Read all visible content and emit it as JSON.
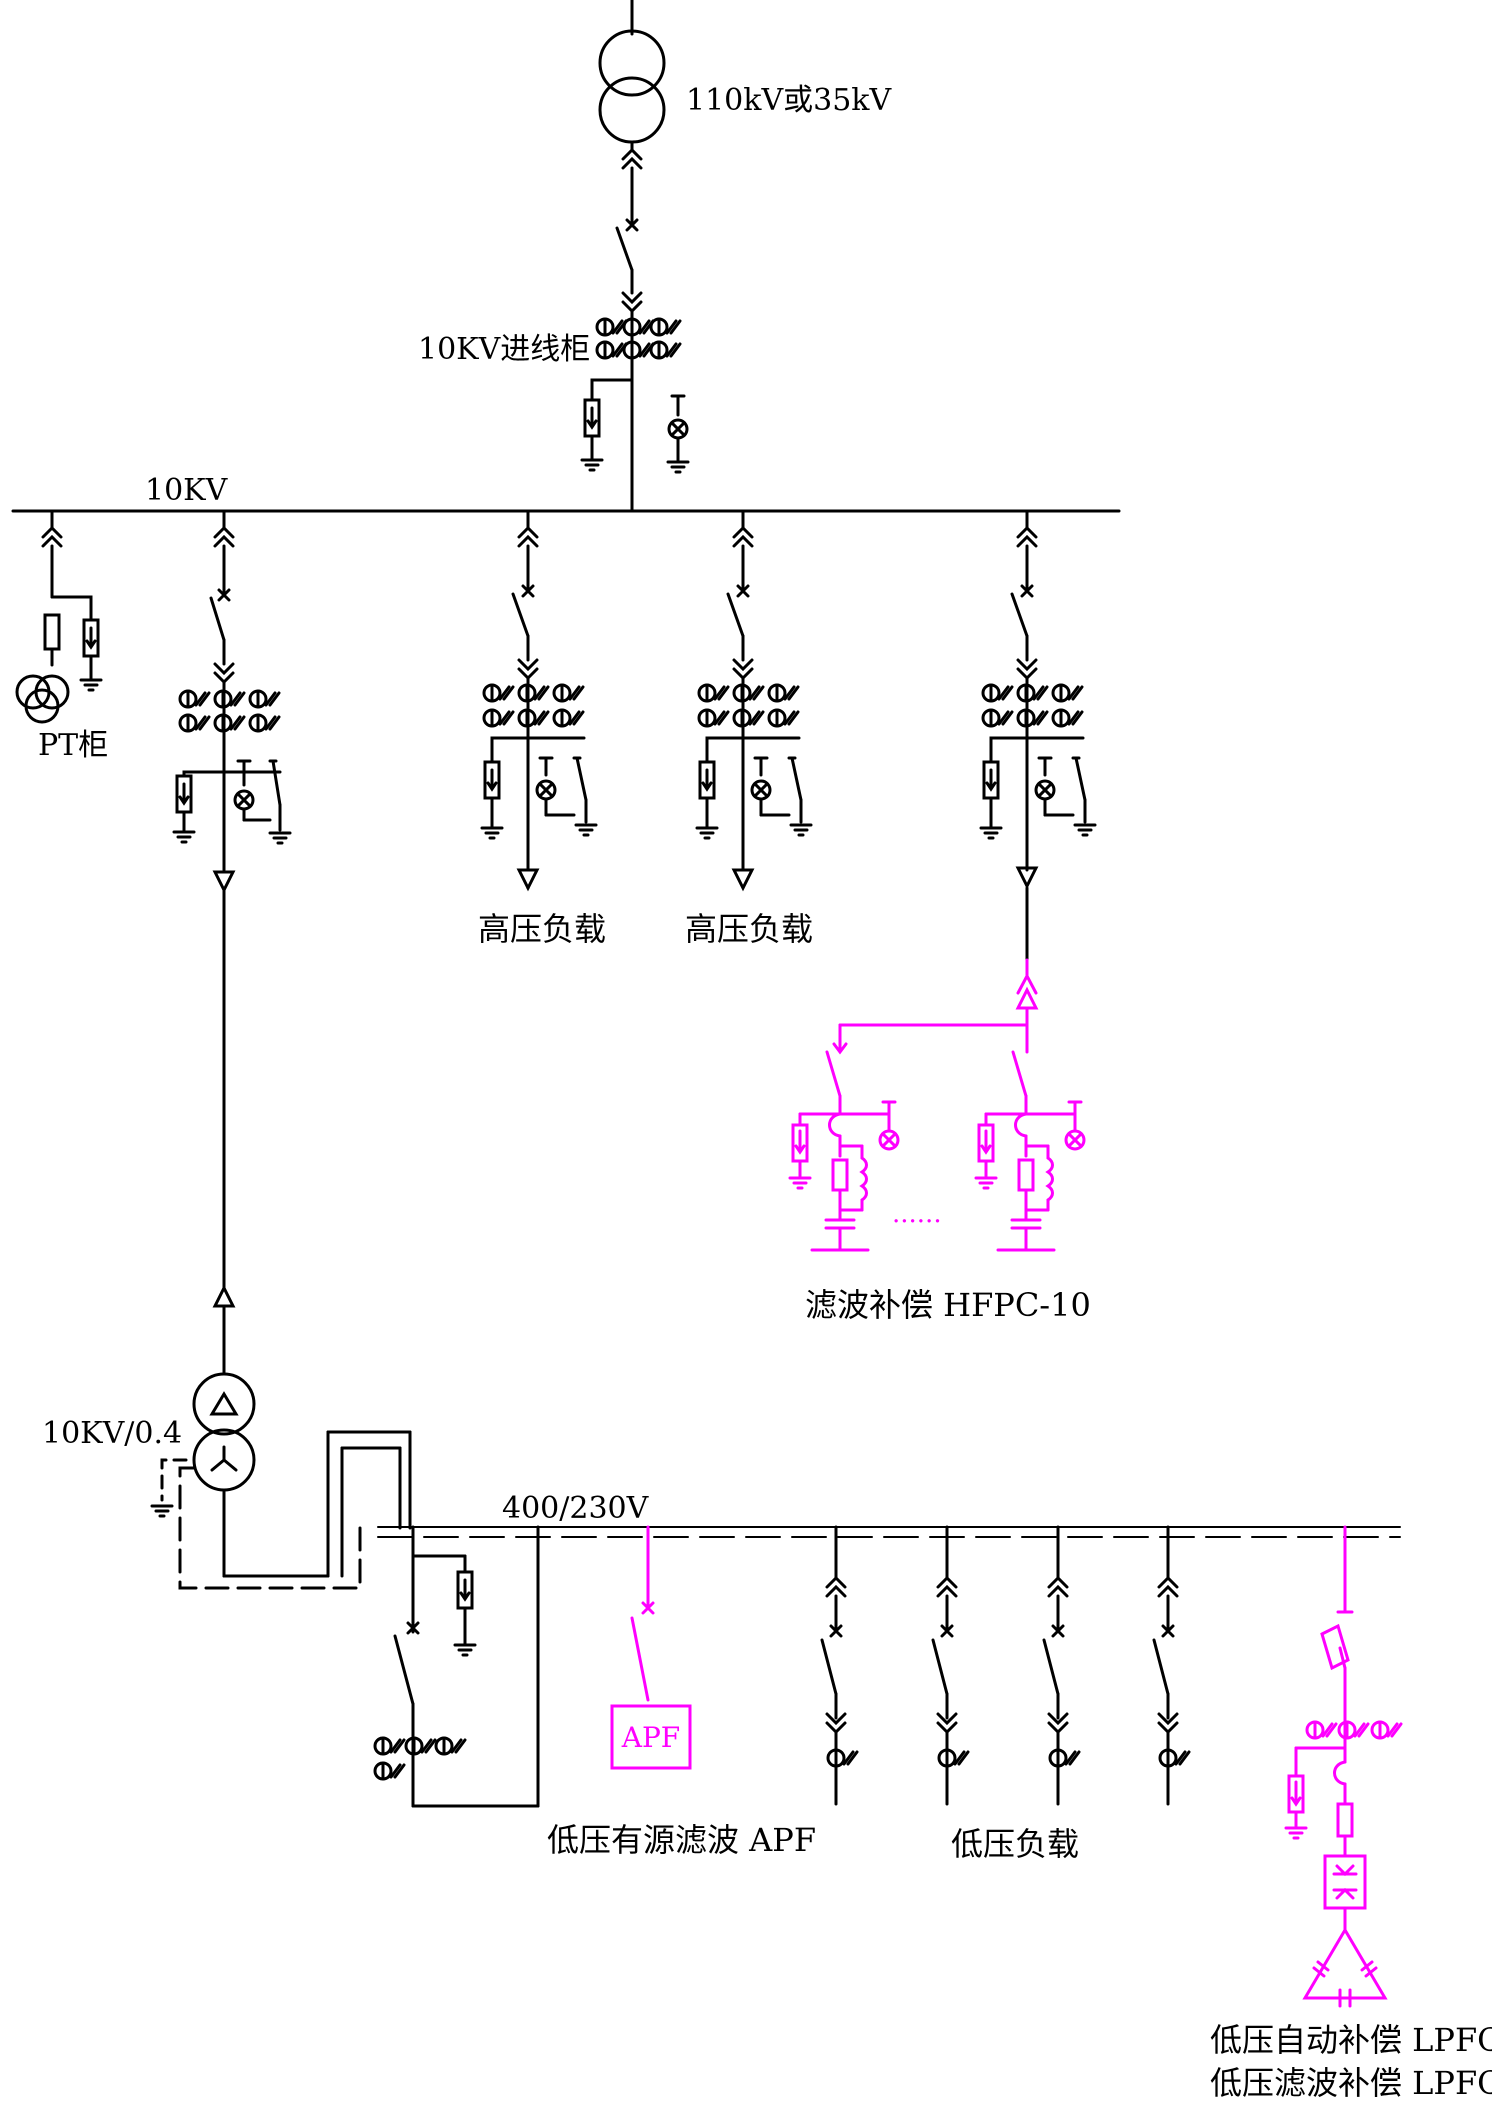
{
  "colors": {
    "main": "#000000",
    "compensation": "#ff00ff",
    "background": "#ffffff"
  },
  "labels": {
    "source_voltage": "110kV或35kV",
    "incoming_cabinet": "10KV进线柜",
    "bus_10kv": "10KV",
    "pt_cabinet": "PT柜",
    "hv_load_1": "高压负载",
    "hv_load_2": "高压负载",
    "hv_filter": "滤波补偿 HFPC-10",
    "dots": "......",
    "transformer_ratio": "10KV/0.4",
    "lv_bus": "400/230V",
    "apf_box": "APF",
    "apf": "低压有源滤波 APF",
    "lv_load": "低压负载",
    "lpfc_1": "低压自动补偿 LPFC",
    "lpfc_2": "低压滤波补偿 LPFC"
  }
}
